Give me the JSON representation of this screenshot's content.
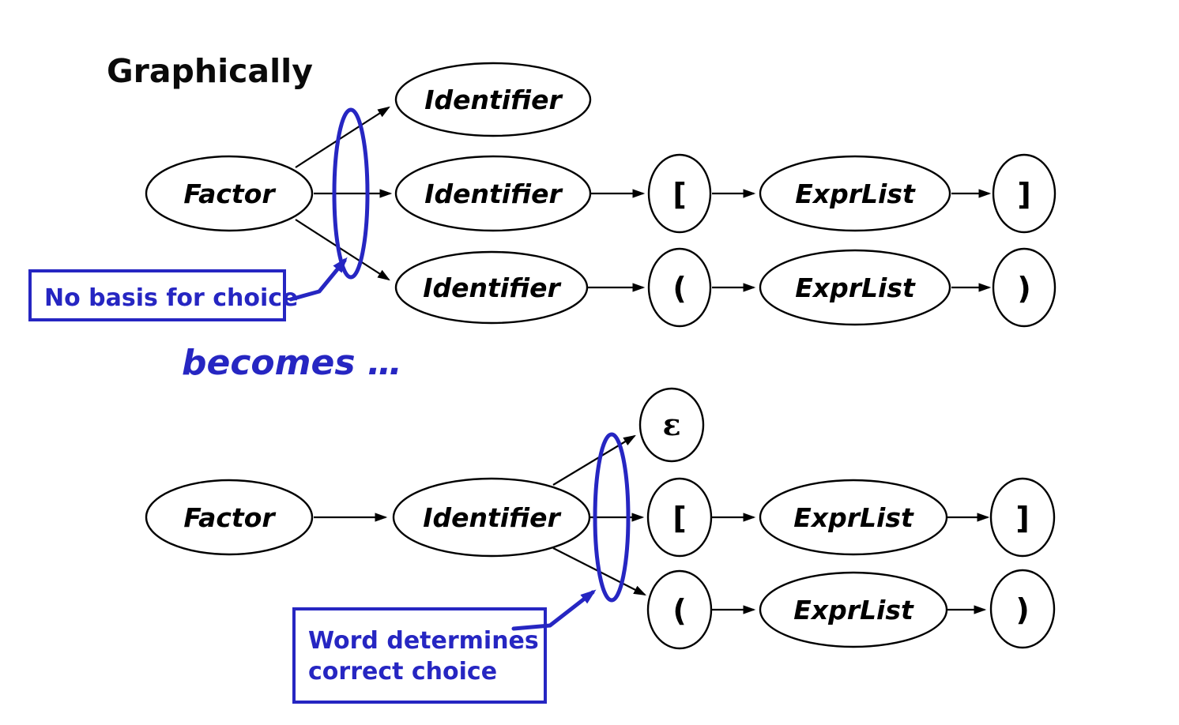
{
  "title": "Graphically",
  "transition_label": "becomes …",
  "colors": {
    "accent_blue": "#2626c2",
    "diagram_ink": "#000000",
    "background": "#ffffff"
  },
  "top_diagram": {
    "nodes": {
      "factor": "Factor",
      "identifier_1": "Identifier",
      "identifier_2": "Identifier",
      "identifier_3": "Identifier",
      "open_bracket": "[",
      "exprlist_1": "ExprList",
      "close_bracket": "]",
      "open_paren": "(",
      "exprlist_2": "ExprList",
      "close_paren": ")"
    },
    "callout": "No basis for choice"
  },
  "bottom_diagram": {
    "nodes": {
      "factor": "Factor",
      "identifier": "Identifier",
      "epsilon": "ε",
      "open_bracket": "[",
      "exprlist_1": "ExprList",
      "close_bracket": "]",
      "open_paren": "(",
      "exprlist_2": "ExprList",
      "close_paren": ")"
    },
    "callout_line1": "Word determines",
    "callout_line2": "correct choice"
  }
}
